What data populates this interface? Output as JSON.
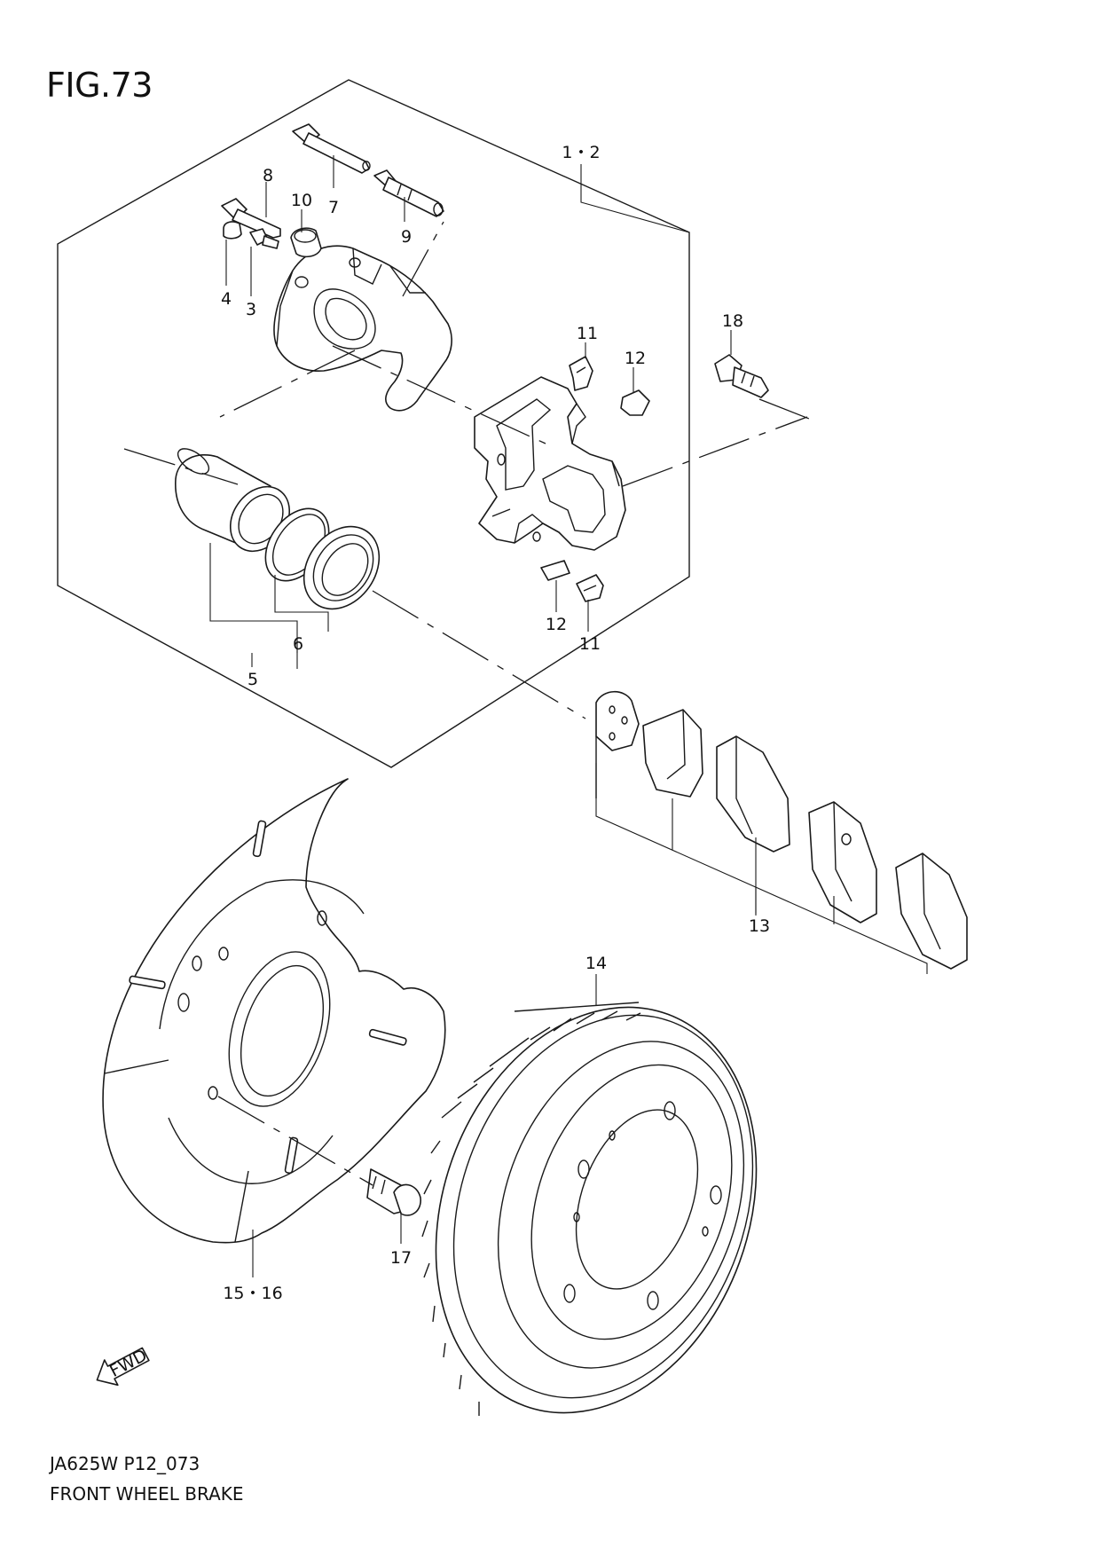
{
  "figure": {
    "title": "FIG.73",
    "code": "JA625W P12_073",
    "name": "FRONT WHEEL BRAKE"
  },
  "callouts": {
    "c1_2": "1・2",
    "c3": "3",
    "c4": "4",
    "c5": "5",
    "c6": "6",
    "c7": "7",
    "c8": "8",
    "c9": "9",
    "c10": "10",
    "c11a": "11",
    "c11b": "11",
    "c12a": "12",
    "c12b": "12",
    "c13": "13",
    "c14": "14",
    "c15_16": "15・16",
    "c17": "17",
    "c18": "18"
  },
  "arrow": {
    "label": "FWD"
  }
}
